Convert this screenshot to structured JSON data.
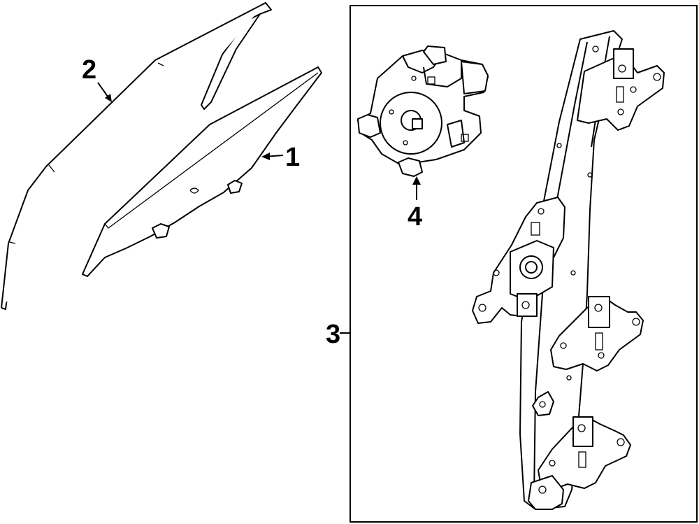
{
  "callouts": {
    "glass": "1",
    "run_channel": "2",
    "regulator": "3",
    "motor": "4"
  },
  "colors": {
    "line": "#000000",
    "background": "#ffffff"
  }
}
